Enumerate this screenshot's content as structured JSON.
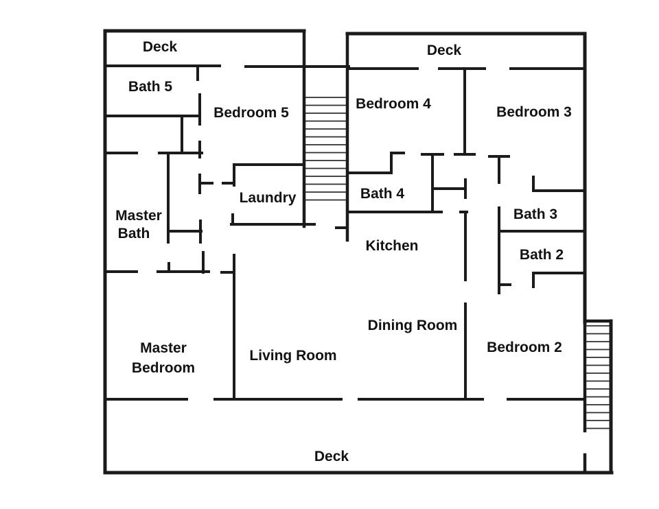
{
  "figure": {
    "type": "floor-plan",
    "description": "Single-story residential floor plan with three decks and two staircases"
  },
  "rooms": {
    "deck_top_left": "Deck",
    "bath_5": "Bath 5",
    "bedroom_5": "Bedroom 5",
    "deck_top_right": "Deck",
    "bedroom_4": "Bedroom 4",
    "bedroom_3": "Bedroom 3",
    "laundry": "Laundry",
    "bath_4": "Bath 4",
    "master_bath_line1": "Master",
    "master_bath_line2": "Bath",
    "kitchen": "Kitchen",
    "bath_3": "Bath 3",
    "bath_2": "Bath 2",
    "dining_room": "Dining Room",
    "master_bedroom_line1": "Master",
    "master_bedroom_line2": "Bedroom",
    "living_room": "Living Room",
    "bedroom_2": "Bedroom 2",
    "deck_bottom": "Deck"
  },
  "stairs": {
    "upper": {
      "treads": 14
    },
    "lower": {
      "treads": 14
    }
  },
  "colors": {
    "background": "#ffffff",
    "wall": "#1b1b1b",
    "tread": "#2e2e2e",
    "text": "#121212"
  }
}
